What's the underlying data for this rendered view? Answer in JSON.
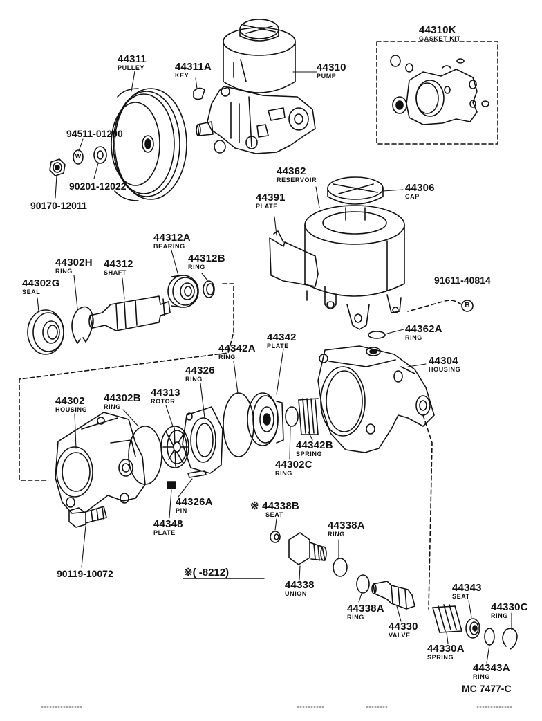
{
  "colors": {
    "ink": "#111111",
    "paper": "#ffffff"
  },
  "parts": {
    "p44310K": {
      "num": "44310K",
      "name": "GASKET KIT"
    },
    "p44311": {
      "num": "44311",
      "name": "PULLEY"
    },
    "p44311A": {
      "num": "44311A",
      "name": "KEY"
    },
    "p44310": {
      "num": "44310",
      "name": "PUMP"
    },
    "p94511": {
      "num": "94511-01200"
    },
    "p90201": {
      "num": "90201-12022"
    },
    "p90170": {
      "num": "90170-12011"
    },
    "p44362": {
      "num": "44362",
      "name": "RESERVOIR"
    },
    "p44391": {
      "num": "44391",
      "name": "PLATE"
    },
    "p44306": {
      "num": "44306",
      "name": "CAP"
    },
    "p44312A": {
      "num": "44312A",
      "name": "BEARING"
    },
    "p44302H": {
      "num": "44302H",
      "name": "RING"
    },
    "p44312": {
      "num": "44312",
      "name": "SHAFT"
    },
    "p44312B": {
      "num": "44312B",
      "name": "RING"
    },
    "p44302G": {
      "num": "44302G",
      "name": "SEAL"
    },
    "p91611": {
      "num": "91611-40814"
    },
    "p44362A": {
      "num": "44362A",
      "name": "RING"
    },
    "p44342A": {
      "num": "44342A",
      "name": "RING"
    },
    "p44342": {
      "num": "44342",
      "name": "PLATE"
    },
    "p44304": {
      "num": "44304",
      "name": "HOUSING"
    },
    "p44326": {
      "num": "44326",
      "name": "RING"
    },
    "p44302": {
      "num": "44302",
      "name": "HOUSING"
    },
    "p44302B": {
      "num": "44302B",
      "name": "RING"
    },
    "p44313": {
      "num": "44313",
      "name": "ROTOR"
    },
    "p44342B": {
      "num": "44342B",
      "name": "SPRING"
    },
    "p44302C": {
      "num": "44302C",
      "name": "RING"
    },
    "p44326A": {
      "num": "44326A",
      "name": "PIN"
    },
    "p44348": {
      "num": "44348",
      "name": "PLATE"
    },
    "p44338B": {
      "num": "44338B",
      "name": "SEAT"
    },
    "p44338A1": {
      "num": "44338A",
      "name": "RING"
    },
    "p90119": {
      "num": "90119-10072"
    },
    "p44338": {
      "num": "44338",
      "name": "UNION"
    },
    "p44338A2": {
      "num": "44338A",
      "name": "RING"
    },
    "p44330": {
      "num": "44330",
      "name": "VALVE"
    },
    "p44343": {
      "num": "44343",
      "name": "SEAT"
    },
    "p44330C": {
      "num": "44330C",
      "name": "RING"
    },
    "p44330A": {
      "num": "44330A",
      "name": "SPRING"
    },
    "p44343A": {
      "num": "44343A",
      "name": "RING"
    }
  },
  "markers": {
    "reference_b": "B",
    "washer_w": "W",
    "asterisk_symbol": "※"
  },
  "footnote": {
    "text": "※(      -8212)"
  },
  "drawing_code": "MC  7477-C"
}
